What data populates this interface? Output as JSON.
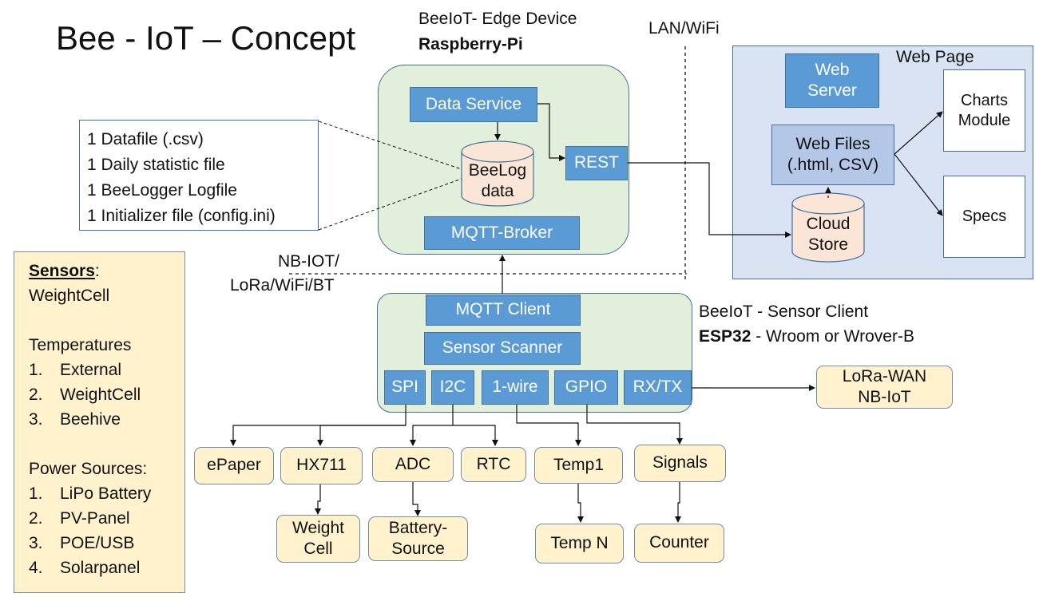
{
  "title": "Bee - IoT – Concept",
  "edge": {
    "line1": "BeeIoT-  Edge Device",
    "line2": "Raspberry-Pi"
  },
  "lan_label": "LAN/WiFi",
  "nb_label": {
    "line1": "NB-IOT/",
    "line2": "LoRa/WiFi/BT"
  },
  "data_service": "Data Service",
  "beelog": {
    "line1": "BeeLog",
    "line2": "data"
  },
  "rest": "REST",
  "mqtt_broker": "MQTT-Broker",
  "files": [
    "1 Datafile (.csv)",
    "1 Daily statistic file",
    "1 BeeLogger Logfile",
    "1 Initializer file (config.ini)"
  ],
  "web_page": {
    "label": "Web Page",
    "server": {
      "line1": "Web",
      "line2": "Server"
    },
    "files": {
      "line1": "Web Files",
      "line2": "(.html, CSV)"
    },
    "charts": {
      "line1": "Charts",
      "line2": "Module"
    },
    "specs": "Specs",
    "cloud": {
      "line1": "Cloud",
      "line2": "Store"
    }
  },
  "client": {
    "mqtt": "MQTT Client",
    "scanner": "Sensor Scanner",
    "ports": [
      "SPI",
      "I2C",
      "1-wire",
      "GPIO",
      "RX/TX"
    ],
    "label1": "BeeIoT - Sensor Client",
    "label2_bold": "ESP32",
    "label2_rest": " - Wroom or Wrover-B"
  },
  "lorawan": {
    "line1": "LoRa-WAN",
    "line2": "NB-IoT"
  },
  "devices": {
    "epaper": "ePaper",
    "hx711": "HX711",
    "adc": "ADC",
    "rtc": "RTC",
    "temp1": "Temp1",
    "signals": "Signals",
    "weight": {
      "line1": "Weight",
      "line2": "Cell"
    },
    "battery": {
      "line1": "Battery-",
      "line2": "Source"
    },
    "tempn": "Temp N",
    "counter": "Counter"
  },
  "sensors_panel": {
    "heading": "Sensors",
    "heading_suffix": ":",
    "weightcell": "WeightCell",
    "temps_heading": "Temperatures",
    "temps": [
      "External",
      "WeightCell",
      "Beehive"
    ],
    "power_heading": "Power Sources:",
    "power": [
      "LiPo Battery",
      "PV-Panel",
      "POE/USB",
      "Solarpanel"
    ]
  },
  "colors": {
    "blue_box": "#5b9bd5",
    "light_blue_box": "#b4c7e7",
    "green_group": "#e2efda",
    "yellow_box": "#fff2cc",
    "web_panel": "#dae3f3",
    "cylinder": "#fbe5d6"
  }
}
